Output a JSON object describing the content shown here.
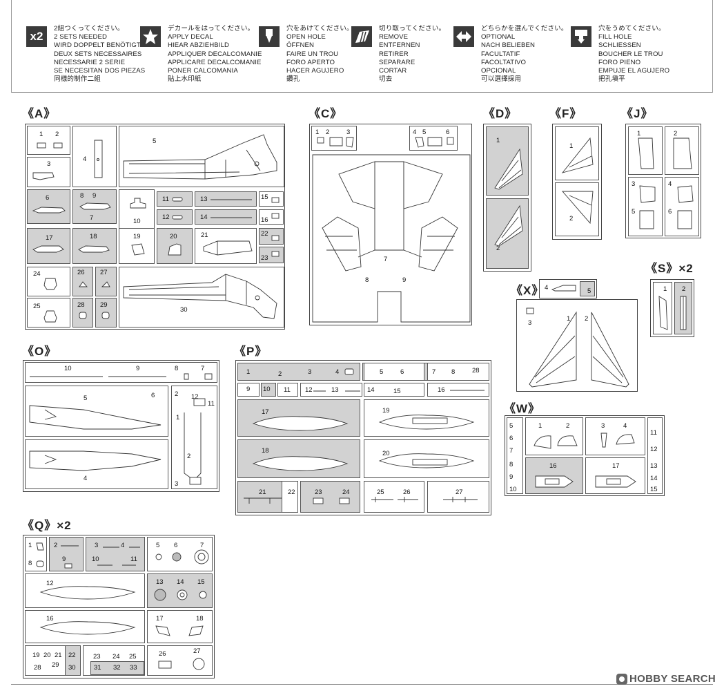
{
  "legend": [
    {
      "icon": "x2",
      "icon_name": "times-two-icon",
      "lines": [
        "2組つくってください。",
        "2 SETS NEEDED",
        "WIRD DOPPELT BENÖTIGT",
        "DEUX SETS NECESSAIRES",
        "NECESSARIE 2 SERIE",
        "SE  NECESITAN DOS PIEZAS",
        "同様的制作二組"
      ]
    },
    {
      "icon": "star",
      "icon_name": "decal-star-icon",
      "lines": [
        "デカールをはってください。",
        "APPLY DECAL",
        "HIEAR ABZIEHBILD",
        "APPLIQUER DECALCOMANIE",
        "APPLICARE DECALCOMANIE",
        "PONER CALCOMANIA",
        "貼上水印紙"
      ]
    },
    {
      "icon": "drill",
      "icon_name": "drill-hole-icon",
      "lines": [
        "穴をあけてください。",
        "OPEN HOLE",
        "ÖFFNEN",
        "FAIRE UN TROU",
        "FORO APERTO",
        "HACER AGUJERO",
        "鑽孔"
      ]
    },
    {
      "icon": "cut",
      "icon_name": "cut-remove-icon",
      "lines": [
        "切り取ってください。",
        "REMOVE",
        "ENTFERNEN",
        "RETIRER",
        "SEPARARE",
        "CORTAR",
        "切去"
      ]
    },
    {
      "icon": "arrows",
      "icon_name": "optional-arrows-icon",
      "lines": [
        "どちらかを選んでください。",
        "OPTIONAL",
        "NACH BELIEBEN",
        "FACULTATIF",
        "FACOLTATIVO",
        "OPCIONAL",
        "可以選擇採用"
      ]
    },
    {
      "icon": "fill",
      "icon_name": "fill-hole-icon",
      "lines": [
        "穴をうめてください。",
        "FILL HOLE",
        "SCHLIESSEN",
        "BOUCHER  LE  TROU",
        "FORO PIENO",
        "EMPUJE  EL  AGUJERO",
        "把孔塡平"
      ]
    }
  ],
  "sprues": {
    "A": {
      "title": "《A》",
      "parts": [
        "1",
        "2",
        "3",
        "4",
        "5",
        "6",
        "8",
        "9",
        "7",
        "10",
        "11",
        "12",
        "13",
        "14",
        "15",
        "16",
        "17",
        "18",
        "19",
        "20",
        "21",
        "22",
        "23",
        "24",
        "26",
        "27",
        "25",
        "28",
        "29",
        "30"
      ]
    },
    "C": {
      "title": "《C》",
      "parts": [
        "1",
        "2",
        "3",
        "4",
        "5",
        "6",
        "7",
        "8",
        "9"
      ]
    },
    "D": {
      "title": "《D》",
      "parts": [
        "1",
        "2"
      ]
    },
    "F": {
      "title": "《F》",
      "parts": [
        "1",
        "2"
      ]
    },
    "J": {
      "title": "《J》",
      "parts": [
        "1",
        "2",
        "3",
        "4",
        "5",
        "6"
      ]
    },
    "S": {
      "title": "《S》×2",
      "parts": [
        "1",
        "2"
      ]
    },
    "X": {
      "title": "《X》",
      "parts": [
        "4",
        "5",
        "3",
        "1",
        "2"
      ]
    },
    "O": {
      "title": "《O》",
      "parts": [
        "10",
        "9",
        "8",
        "7",
        "6",
        "5",
        "2",
        "12",
        "11",
        "1",
        "2",
        "4",
        "3"
      ]
    },
    "P": {
      "title": "《P》",
      "parts": [
        "1",
        "2",
        "3",
        "4",
        "5",
        "6",
        "7",
        "8",
        "28",
        "9",
        "10",
        "11",
        "12",
        "13",
        "14",
        "15",
        "16",
        "17",
        "19",
        "18",
        "20",
        "21",
        "22",
        "23",
        "24",
        "25",
        "26",
        "27"
      ]
    },
    "W": {
      "title": "《W》",
      "parts": [
        "5",
        "6",
        "7",
        "8",
        "9",
        "10",
        "1",
        "2",
        "3",
        "4",
        "11",
        "12",
        "13",
        "14",
        "15",
        "16",
        "17"
      ]
    },
    "Q": {
      "title": "《Q》×2",
      "parts": [
        "1",
        "2",
        "3",
        "4",
        "5",
        "6",
        "7",
        "8",
        "9",
        "10",
        "11",
        "12",
        "13",
        "14",
        "15",
        "16",
        "17",
        "18",
        "19",
        "20",
        "21",
        "22",
        "23",
        "24",
        "25",
        "26",
        "27",
        "28",
        "29",
        "30",
        "31",
        "32",
        "33"
      ]
    }
  },
  "watermark": {
    "text": "HOBBY SEARCH"
  }
}
